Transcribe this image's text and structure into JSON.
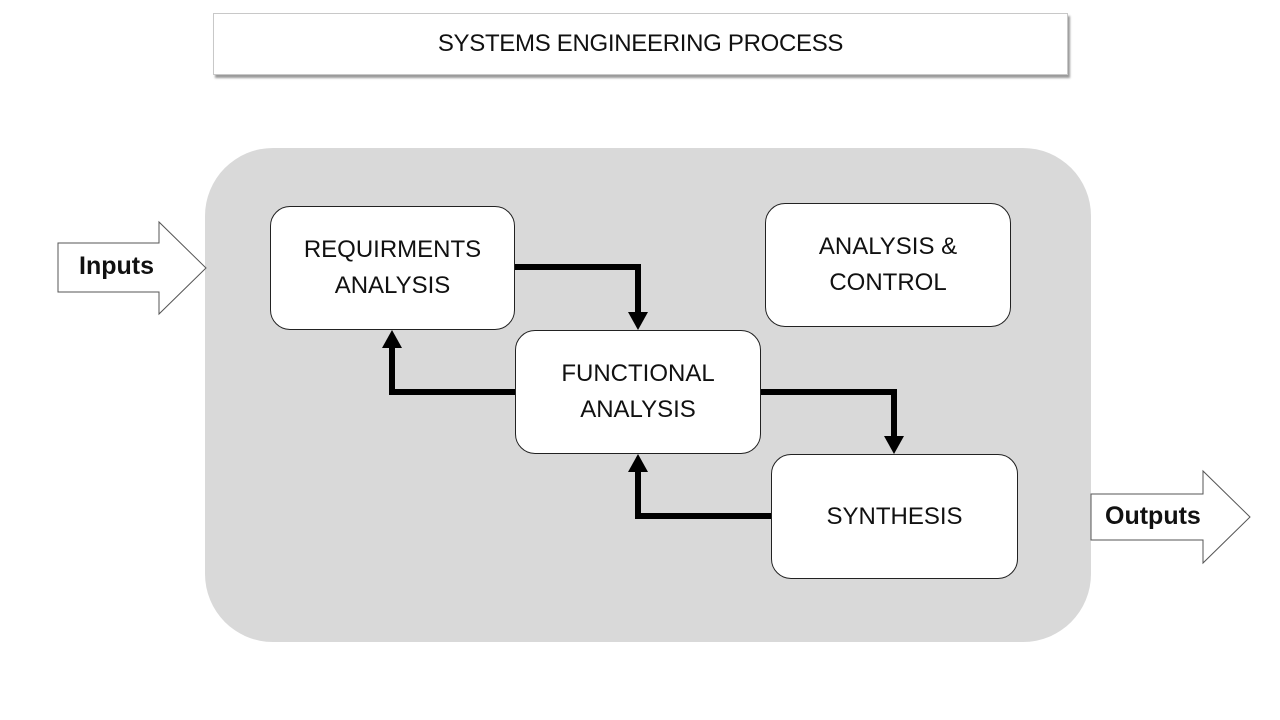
{
  "title": "SYSTEMS ENGINEERING PROCESS",
  "inputs_label": "Inputs",
  "outputs_label": "Outputs",
  "nodes": {
    "requirements": "REQUIRMENTS\nANALYSIS",
    "functional": "FUNCTIONAL\nANALYSIS",
    "synthesis": "SYNTHESIS",
    "control": "ANALYSIS &\nCONTROL"
  },
  "flows": [
    {
      "from": "requirements",
      "to": "functional"
    },
    {
      "from": "functional",
      "to": "requirements"
    },
    {
      "from": "functional",
      "to": "synthesis"
    },
    {
      "from": "synthesis",
      "to": "functional"
    }
  ],
  "colors": {
    "container": "#d9d9d9",
    "node_fill": "#ffffff",
    "line": "#000000"
  }
}
